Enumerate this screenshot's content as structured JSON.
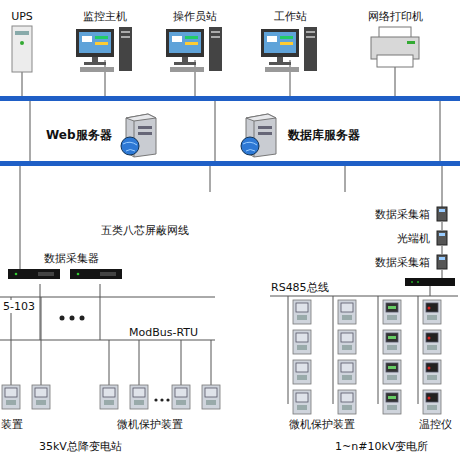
{
  "diagram": {
    "nodes": [
      {
        "text": [
          "UPS"
        ]
      },
      {
        "text": [
          "监控主机"
        ]
      },
      {
        "text": [
          "操作员站"
        ]
      },
      {
        "text": [
          "工作站"
        ]
      },
      {
        "text": [
          "网络打印机"
        ]
      },
      {
        "text": [
          "Web服务器"
        ]
      },
      {
        "text": [
          "数据库服务器"
        ]
      },
      {
        "text": [
          "数据采集器"
        ]
      },
      {
        "text": [
          "数据采集箱"
        ]
      },
      {
        "text": [
          "光端机"
        ]
      },
      {
        "text": [
          "数据采集箱"
        ]
      }
    ],
    "edges": [
      {
        "from": 8,
        "to": 9,
        "arrow": "none"
      },
      {
        "from": 9,
        "to": 10,
        "arrow": "none"
      }
    ],
    "labels": [
      "五类八芯屏蔽网线",
      "5-103",
      "ModBus-RTU",
      "装置",
      "微机保护装置",
      "35kV总降变电站",
      "RS485总线",
      "微机保护装置",
      "温控仪",
      "1~n#10kV变电所"
    ]
  }
}
